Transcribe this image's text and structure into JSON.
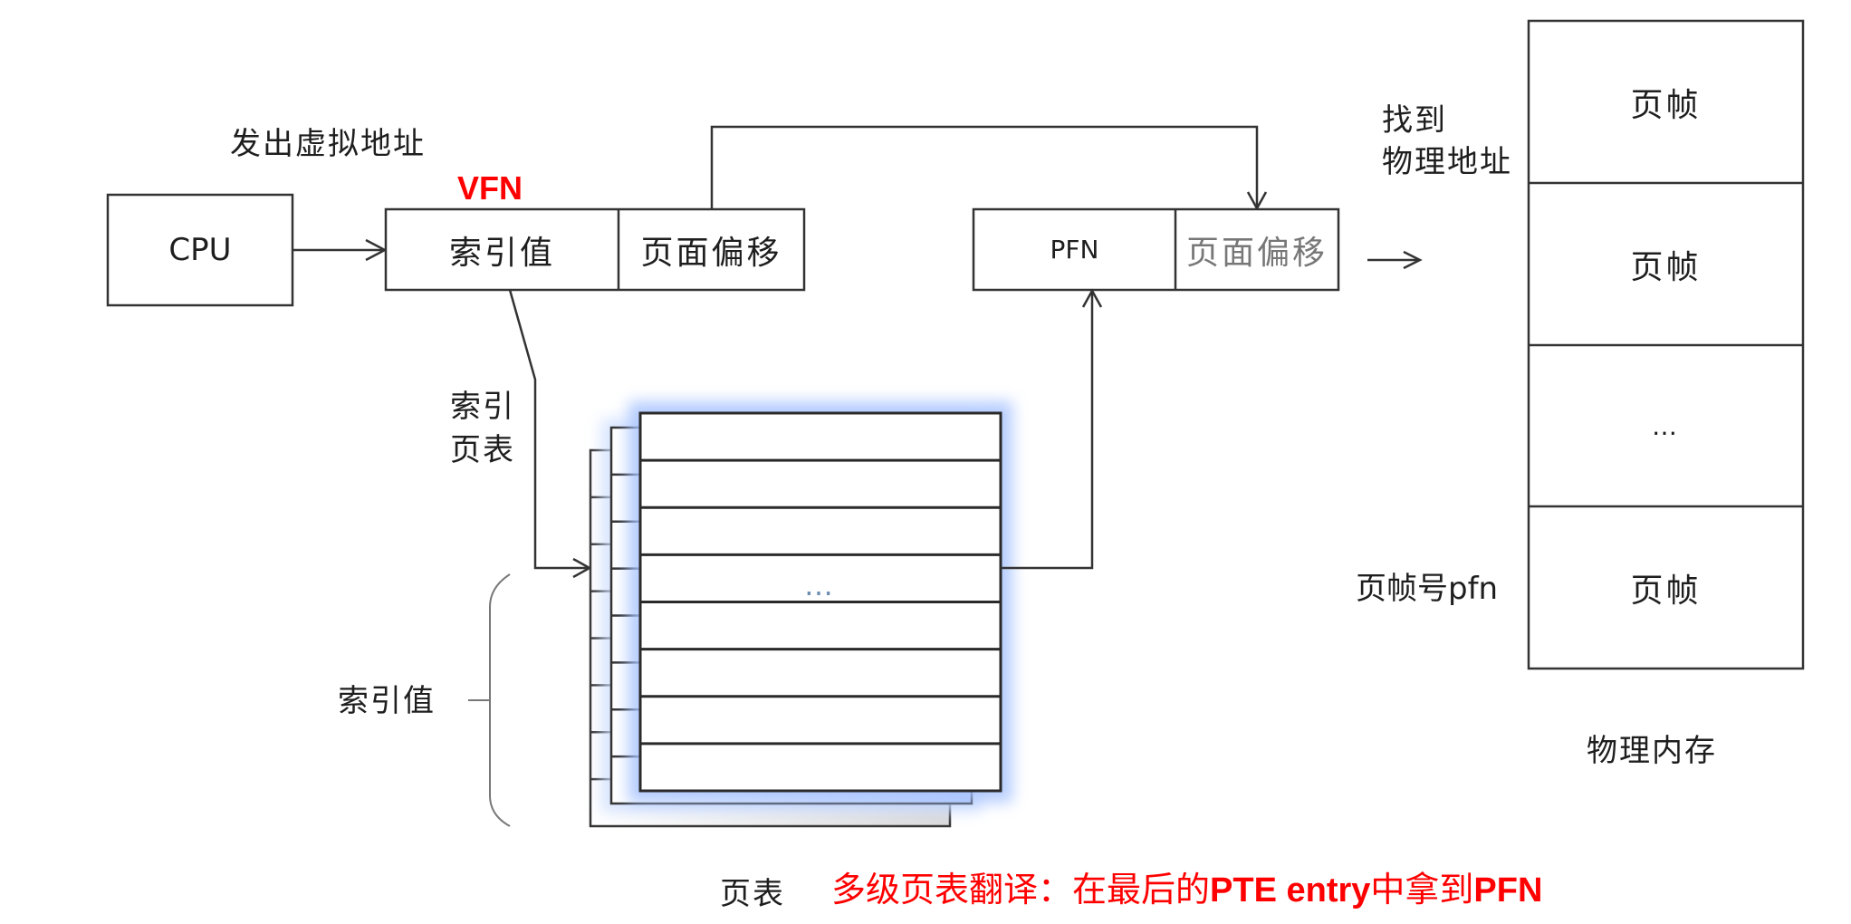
{
  "top_label": "发出虚拟地址",
  "vfn_label": "VFN",
  "cpu_box": {
    "label": "CPU"
  },
  "virtual_address": {
    "index_label": "索引值",
    "offset_label": "页面偏移"
  },
  "physical_address": {
    "pfn_label": "PFN",
    "offset_label": "页面偏移"
  },
  "found_label": {
    "line1": "找到",
    "line2": "物理地址"
  },
  "index_page_table_label": {
    "line1": "索引",
    "line2": "页表"
  },
  "page_table": {
    "ellipsis": "…",
    "caption": "页表",
    "rows": 8
  },
  "brace_label": "索引值",
  "memory": {
    "frames": [
      "页帧",
      "页帧",
      "…",
      "页帧"
    ],
    "pfn_label": "页帧号pfn",
    "caption": "物理内存"
  },
  "annotation": {
    "part1": "多级页表翻译：在最后的",
    "part2": "PTE entry",
    "part3": "中拿到",
    "part4": "PFN"
  },
  "colors": {
    "line": "#333333",
    "accent_red": "#ff0000",
    "table_glow": "#a9c4ff",
    "dots": "#6f8fb0"
  }
}
